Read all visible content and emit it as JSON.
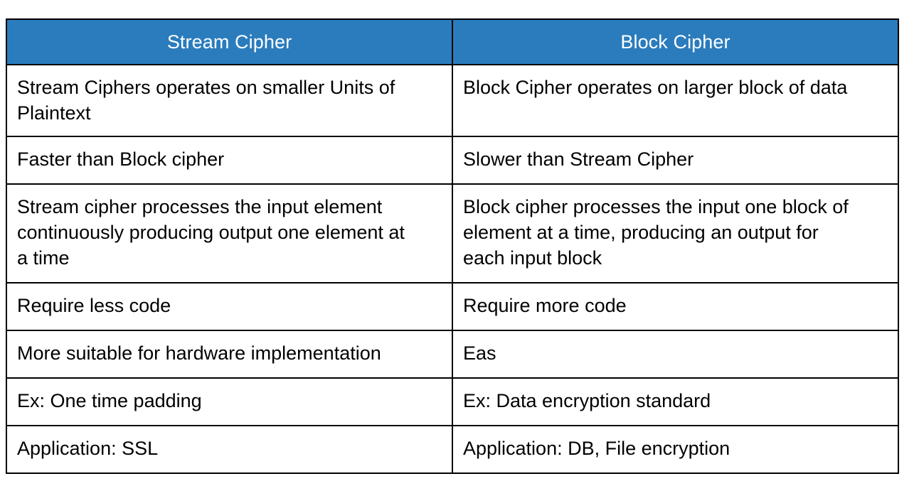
{
  "document": {
    "title": "Stream Cipher vs Block Cipher comparison table",
    "background_color": "#ffffff"
  },
  "table": {
    "header_background_color": "#2a7cbd",
    "header_text_color": "#ffffff",
    "border_color": "#000000",
    "body_text_color": "#000000",
    "columns": [
      {
        "key": "stream",
        "label": "Stream Cipher"
      },
      {
        "key": "block",
        "label": "Block Cipher"
      }
    ],
    "rows": [
      {
        "stream": "Stream Ciphers operates on smaller Units of\nPlaintext",
        "block": "Block Cipher operates on larger block of data"
      },
      {
        "stream": "Faster than Block cipher",
        "block": "Slower than Stream Cipher"
      },
      {
        "stream": "Stream cipher processes the input element\ncontinuously producing output one element at\na time",
        "block": "Block cipher processes the input one block of\nelement at a time, producing an output for\neach input block"
      },
      {
        "stream": "Require less code",
        "block": "Require more code"
      },
      {
        "stream": "More suitable for hardware implementation",
        "block": "Eas"
      },
      {
        "stream": "Ex: One time padding",
        "block": "Ex: Data encryption standard"
      },
      {
        "stream": "Application: SSL",
        "block": "Application: DB, File encryption"
      }
    ]
  }
}
